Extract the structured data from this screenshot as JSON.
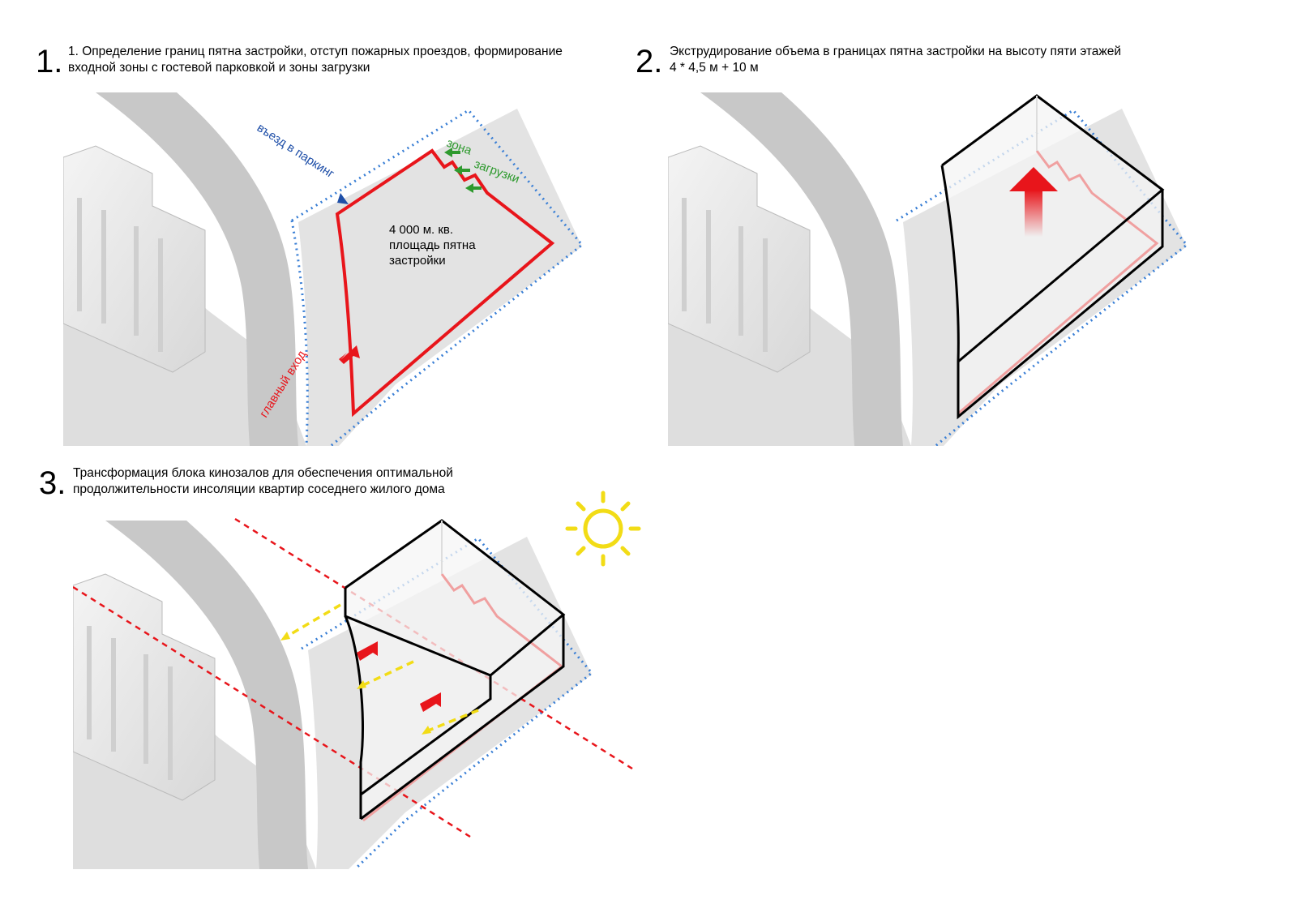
{
  "steps": [
    {
      "number": "1.",
      "caption_line1": "1. Определение границ пятна застройки, отступ пожарных проездов, формирование",
      "caption_line2": "входной зоны с гостевой парковкой и зоны загрузки",
      "labels": {
        "parking_entry": "въезд в паркинг",
        "zone": "зона",
        "loading": "загрузки",
        "area_line1": "4 000 м. кв.",
        "area_line2": "площадь пятна",
        "area_line3": "застройки",
        "main_entrance": "главный вход"
      }
    },
    {
      "number": "2.",
      "caption_line1": "Экструдирование объема в границах пятна застройки на высоту пяти этажей",
      "caption_line2": "4 * 4,5 м + 10 м"
    },
    {
      "number": "3.",
      "caption_line1": "Трансформация блока кинозалов для обеспечения оптимальной",
      "caption_line2": "продолжительности инсоляции квартир соседнего жилого дома"
    }
  ],
  "icons": [
    "sun-icon",
    "arrow-icon"
  ],
  "colors": {
    "boundary": "#e8151b",
    "fire_lane": "#3a7fd5",
    "parking_label": "#1f4fa8",
    "loading_label": "#2e9a2e",
    "sun": "#f2dc16",
    "road": "#c8c8c8"
  }
}
